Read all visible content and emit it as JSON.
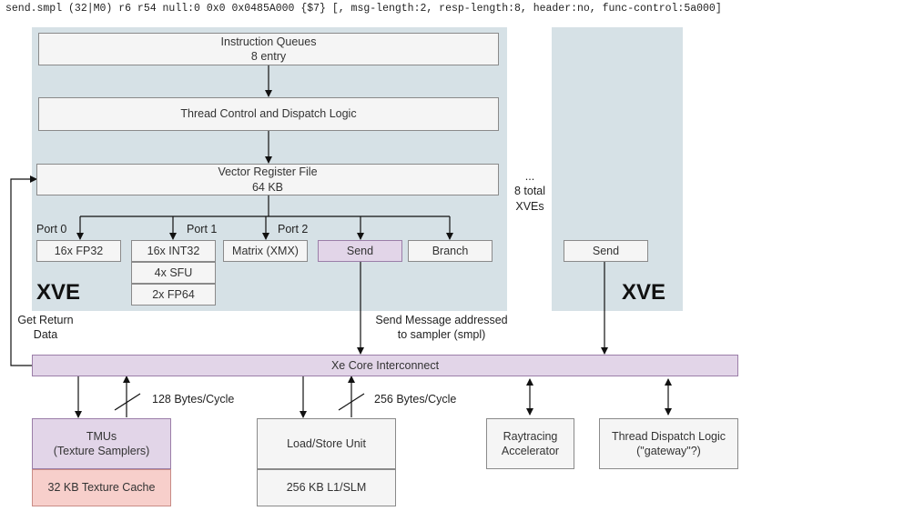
{
  "command_line": "send.smpl (32|M0) r6 r54 null:0 0x0 0x0485A000 {$7} [, msg-length:2, resp-length:8, header:no, func-control:5a000]",
  "xve_main": {
    "instruction_queues": {
      "title": "Instruction Queues",
      "sub": "8 entry"
    },
    "thread_control": "Thread Control and Dispatch Logic",
    "vector_register_file": {
      "title": "Vector Register File",
      "sub": "64 KB"
    },
    "ports": {
      "port0": "Port 0",
      "port1": "Port 1",
      "port2": "Port 2"
    },
    "units": {
      "fp32": "16x FP32",
      "int32": "16x INT32",
      "sfu": "4x SFU",
      "fp64": "2x FP64",
      "matrix": "Matrix (XMX)",
      "send": "Send",
      "branch": "Branch"
    },
    "label": "XVE"
  },
  "xve_count": {
    "line1": "...",
    "line2": "8 total",
    "line3": "XVEs"
  },
  "xve_second": {
    "send": "Send",
    "label": "XVE"
  },
  "annotations": {
    "get_return_1": "Get Return",
    "get_return_2": "Data",
    "send_msg_1": "Send Message addressed",
    "send_msg_2": "to sampler (smpl)",
    "bw_tmu": "128 Bytes/Cycle",
    "bw_lsu": "256 Bytes/Cycle"
  },
  "interconnect": "Xe Core Interconnect",
  "tmu": {
    "line1": "TMUs",
    "line2": "(Texture Samplers)",
    "cache": "32 KB Texture Cache"
  },
  "lsu": {
    "title": "Load/Store Unit",
    "cache": "256 KB L1/SLM"
  },
  "raytracing": {
    "line1": "Raytracing",
    "line2": "Accelerator"
  },
  "gateway": {
    "line1": "Thread Dispatch Logic",
    "line2": "(\"gateway\"?)"
  },
  "colors": {
    "panel": "#d6e1e6",
    "purple": "#e2d5e8",
    "red": "#f7cfcb",
    "box": "#f5f5f5"
  }
}
